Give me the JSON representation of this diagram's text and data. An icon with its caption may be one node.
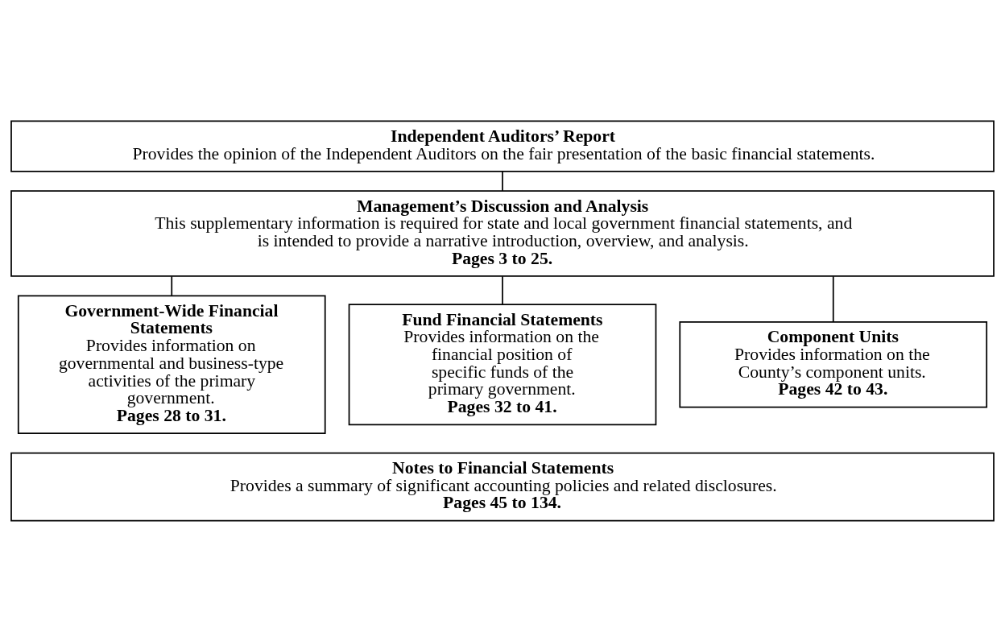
{
  "diagram": {
    "nodes": [
      {
        "text": [
          "Independent Auditors’ Report",
          "Provides the opinion of the Independent Auditors on the fair presentation of the basic financial statements."
        ]
      },
      {
        "text": [
          "Management’s Discussion and Analysis",
          "This supplementary information is required for state and local government financial statements, and is intended to provide a narrative introduction, overview, and analysis.",
          "Pages 3 to 25."
        ]
      },
      {
        "text": [
          "Government-Wide Financial Statements",
          "Provides information on governmental and business-type activities of the primary government.",
          "Pages 28 to 31."
        ]
      },
      {
        "text": [
          "Fund Financial Statements",
          "Provides information on the financial position of specific funds of the primary government.",
          "Pages 32 to 41."
        ]
      },
      {
        "text": [
          "Component Units",
          "Provides information on the County’s component units.",
          "Pages 42 to 43."
        ]
      },
      {
        "text": [
          "Notes to Financial Statements",
          "Provides a summary of significant accounting policies and related disclosures.",
          "Pages 45 to 134."
        ]
      }
    ],
    "edges": [
      {
        "from": 0,
        "to": 1,
        "arrow": "none"
      },
      {
        "from": 1,
        "to": 2,
        "arrow": "none"
      },
      {
        "from": 1,
        "to": 3,
        "arrow": "none"
      },
      {
        "from": 1,
        "to": 4,
        "arrow": "none"
      }
    ]
  }
}
